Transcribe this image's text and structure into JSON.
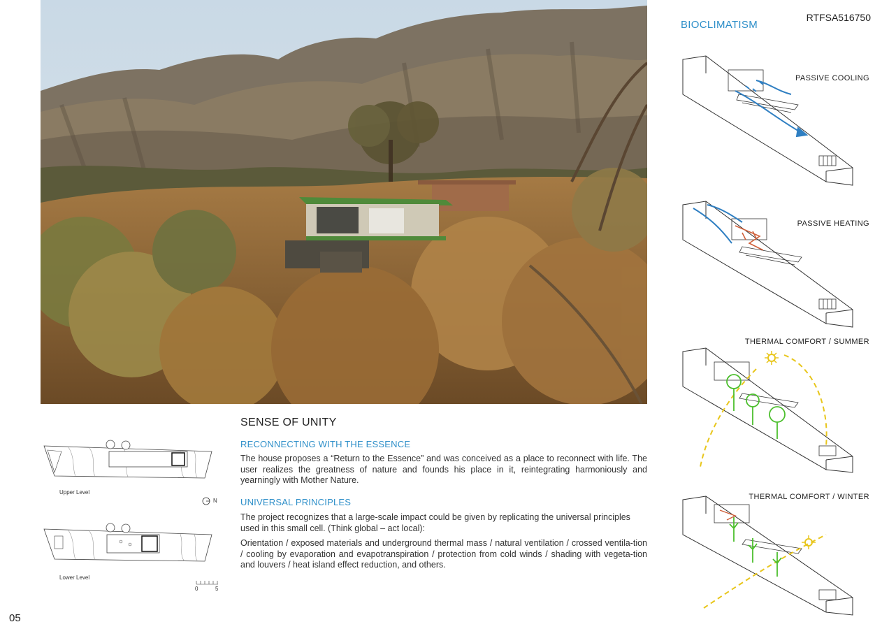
{
  "document": {
    "code": "RTFSA516750",
    "page_number": "05"
  },
  "bioclimatism": {
    "title": "BIOCLIMATISM",
    "diagrams": [
      {
        "label": "PASSIVE COOLING",
        "flow_color": "#2f7fc2"
      },
      {
        "label": "PASSIVE  HEATING",
        "flow_color": "#2f7fc2",
        "heat_color": "#d0603a"
      },
      {
        "label": "THERMAL  COMFORT /  SUMMER",
        "sun_color": "#e8c61c",
        "tree_color": "#4dbf2e"
      },
      {
        "label": "THERMAL  COMFORT  /  WINTER",
        "sun_color": "#e8c61c",
        "tree_color": "#4dbf2e"
      }
    ]
  },
  "main": {
    "title": "SENSE OF UNITY",
    "sections": [
      {
        "heading": "RECONNECTING WITH THE ESSENCE",
        "paragraphs": [
          "The house proposes a “Return to the Essence” and was conceived as a place to reconnect with life. The user realizes the greatness of nature and founds his place in it, reintegrating harmoniously and yearningly with Mother Nature."
        ]
      },
      {
        "heading": "UNIVERSAL PRINCIPLES",
        "paragraphs": [
          "The project recognizes that a large-scale impact could be given by replicating the universal principles used in this small cell. (Think global – act local):",
          "Orientation / exposed materials and underground thermal mass / natural ventilation / crossed ventila-tion / cooling by evaporation and evapotranspiration / protection from cold winds / shading with vegeta-tion and louvers / heat island effect reduction, and others."
        ]
      }
    ]
  },
  "plans": {
    "upper_label": "Upper Level",
    "lower_label": "Lower Level",
    "north_label": "N",
    "scale_start": "0",
    "scale_end": "5"
  },
  "colors": {
    "accent": "#2e8fc9"
  }
}
